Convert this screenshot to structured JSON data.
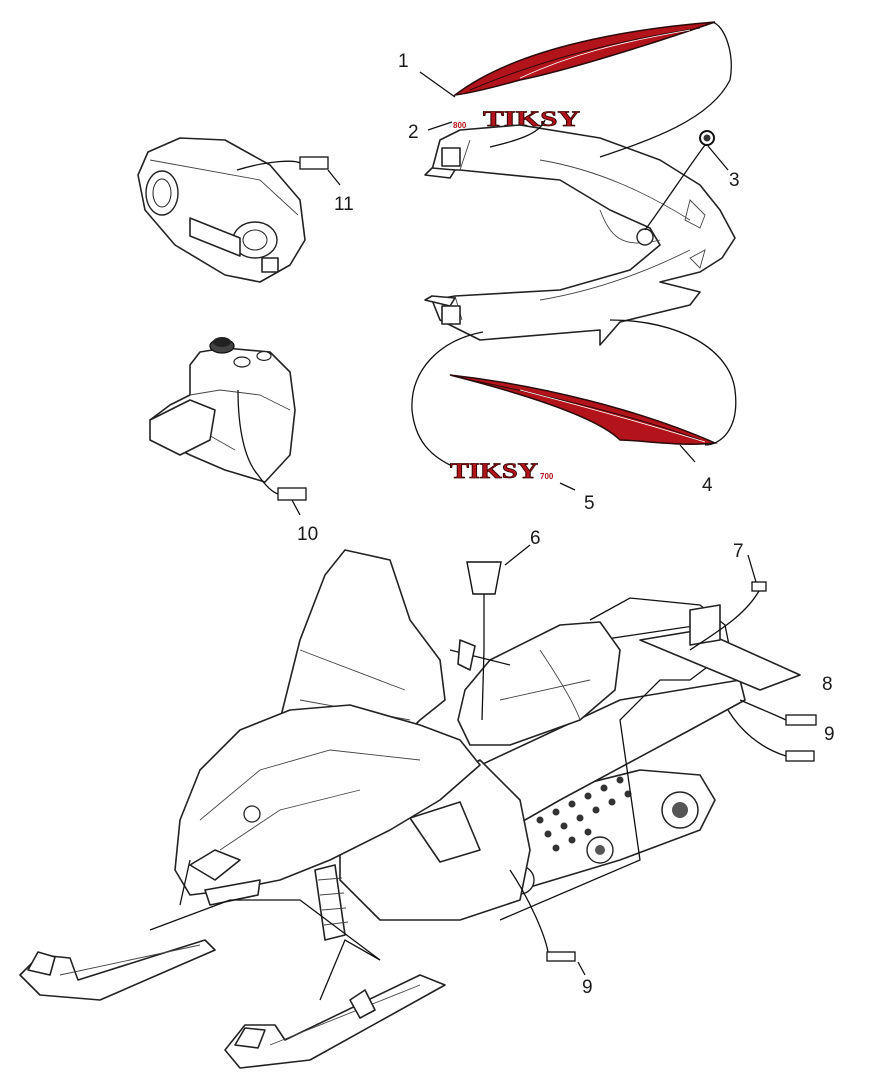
{
  "callouts": [
    {
      "id": "1",
      "text": "1"
    },
    {
      "id": "2",
      "text": "2"
    },
    {
      "id": "3",
      "text": "3"
    },
    {
      "id": "4",
      "text": "4"
    },
    {
      "id": "5",
      "text": "5"
    },
    {
      "id": "6",
      "text": "6"
    },
    {
      "id": "7",
      "text": "7"
    },
    {
      "id": "8",
      "text": "8"
    },
    {
      "id": "9a",
      "text": "9"
    },
    {
      "id": "9b",
      "text": "9"
    },
    {
      "id": "10",
      "text": "10"
    },
    {
      "id": "11",
      "text": "11"
    }
  ],
  "decals": {
    "brand_upper": "TIKSY",
    "brand_upper_prefix": "800",
    "brand_lower": "TIKSY",
    "brand_lower_suffix": "700"
  },
  "colors": {
    "decal_red": "#b3141b",
    "decal_dark": "#2a0a0a",
    "line": "#111111"
  }
}
